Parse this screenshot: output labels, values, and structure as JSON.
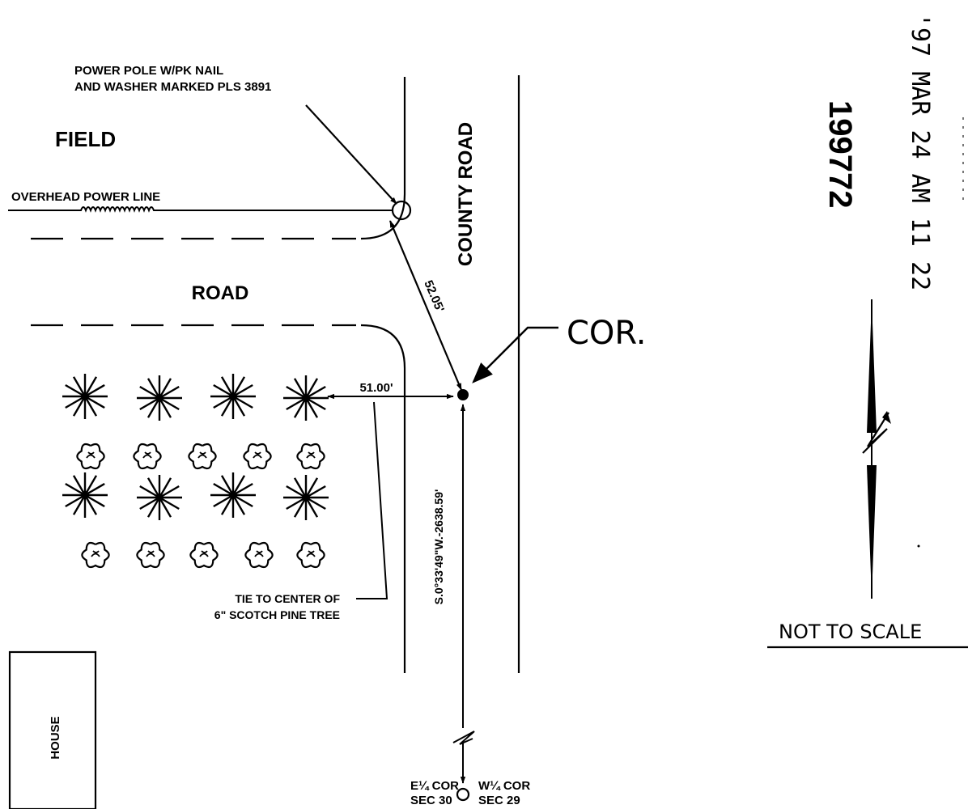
{
  "labels": {
    "power_pole_line1": "POWER POLE W/PK NAIL",
    "power_pole_line2": "AND WASHER MARKED PLS 3891",
    "field": "FIELD",
    "overhead_power_line": "OVERHEAD POWER LINE",
    "road": "ROAD",
    "county_road": "COUNTY ROAD",
    "distance_pole": "52.05'",
    "corner": "COR.",
    "distance_tree": "51.00'",
    "bearing_distance": "S.0°33'49\"W.-2638.59'",
    "tie_line1": "TIE TO CENTER OF",
    "tie_line2": "6\" SCOTCH PINE TREE",
    "house": "HOUSE",
    "e_quarter_line1": "E¼ COR",
    "e_quarter_line2": "SEC 30",
    "w_quarter_line1": "W¼ COR",
    "w_quarter_line2": "SEC 29",
    "not_to_scale": "NOT TO SCALE"
  },
  "stamp": {
    "recorded": "'97 MAR 24 AM 11 22",
    "document_number": "199772"
  }
}
